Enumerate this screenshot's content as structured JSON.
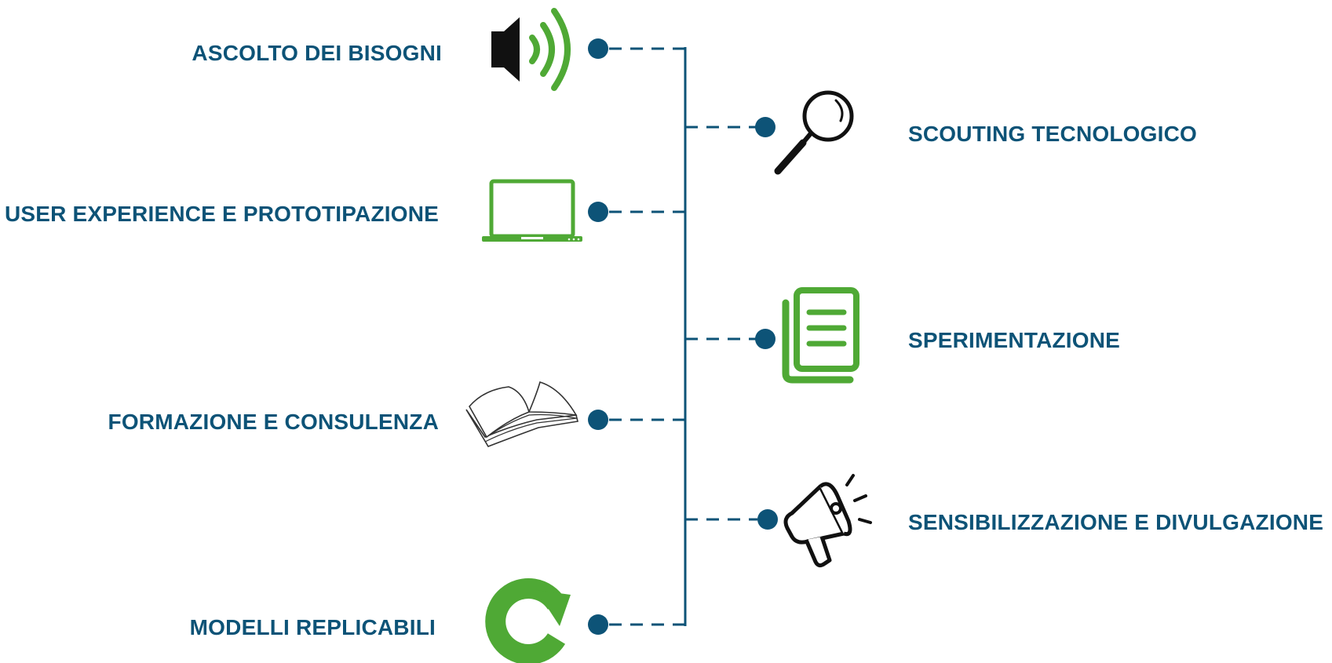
{
  "colors": {
    "primary": "#0d5377",
    "accent": "#4fa935",
    "icon_dark": "#111111",
    "background": "#ffffff"
  },
  "left_items": [
    {
      "label": "ASCOLTO DEI BISOGNI",
      "icon": "speaker-icon"
    },
    {
      "label": "USER EXPERIENCE E PROTOTIPAZIONE",
      "icon": "laptop-icon"
    },
    {
      "label": "FORMAZIONE E CONSULENZA",
      "icon": "open-book-icon"
    },
    {
      "label": "MODELLI REPLICABILI",
      "icon": "refresh-icon"
    }
  ],
  "right_items": [
    {
      "label": "SCOUTING TECNOLOGICO",
      "icon": "magnifier-icon"
    },
    {
      "label": "SPERIMENTAZIONE",
      "icon": "documents-icon"
    },
    {
      "label": "SENSIBILIZZAZIONE E DIVULGAZIONE",
      "icon": "megaphone-icon"
    }
  ]
}
